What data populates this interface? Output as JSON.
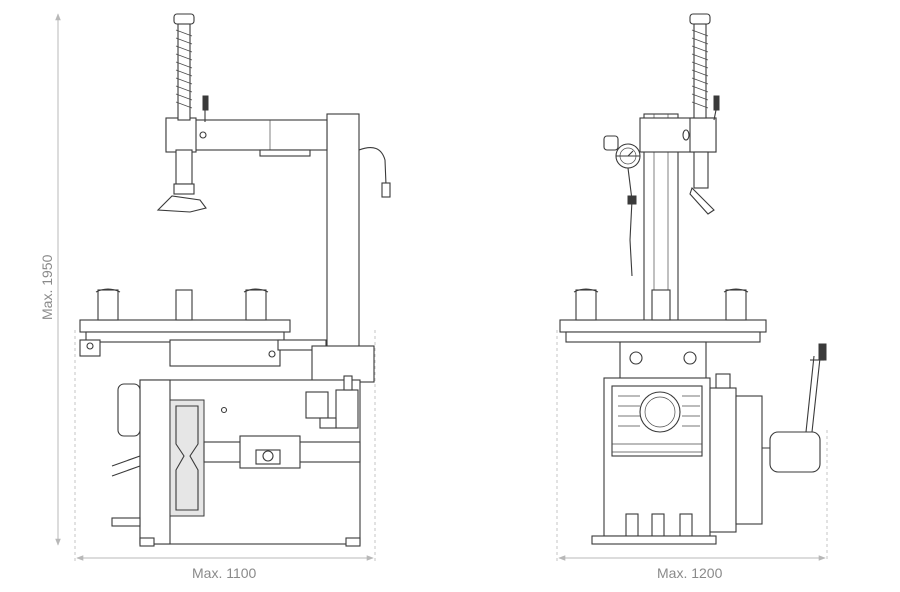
{
  "dimensions": {
    "height_label": "Max. 1950",
    "width_side_label": "Max. 1100",
    "width_front_label": "Max. 1200"
  },
  "colors": {
    "line": "#3a3a3a",
    "dimension": "#b8b8b8",
    "text": "#8a8a8a",
    "background": "#ffffff"
  }
}
